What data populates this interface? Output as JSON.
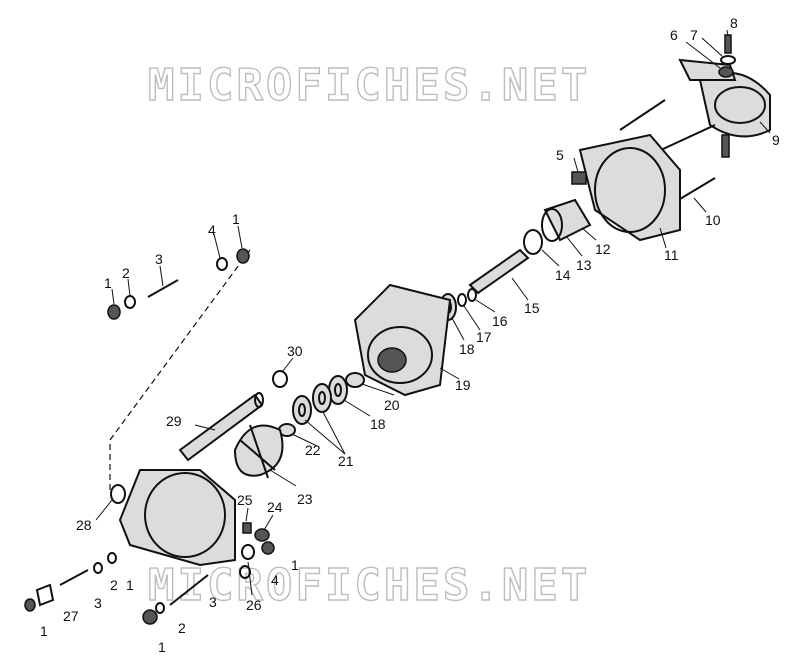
{
  "watermarks": [
    "MICROFICHES.NET",
    "MICROFICHES.NET"
  ],
  "callouts": [
    "1",
    "2",
    "3",
    "4",
    "5",
    "6",
    "7",
    "8",
    "9",
    "10",
    "11",
    "12",
    "13",
    "14",
    "15",
    "16",
    "17",
    "18",
    "19",
    "20",
    "21",
    "22",
    "23",
    "24",
    "25",
    "26",
    "27",
    "28",
    "29",
    "30"
  ]
}
